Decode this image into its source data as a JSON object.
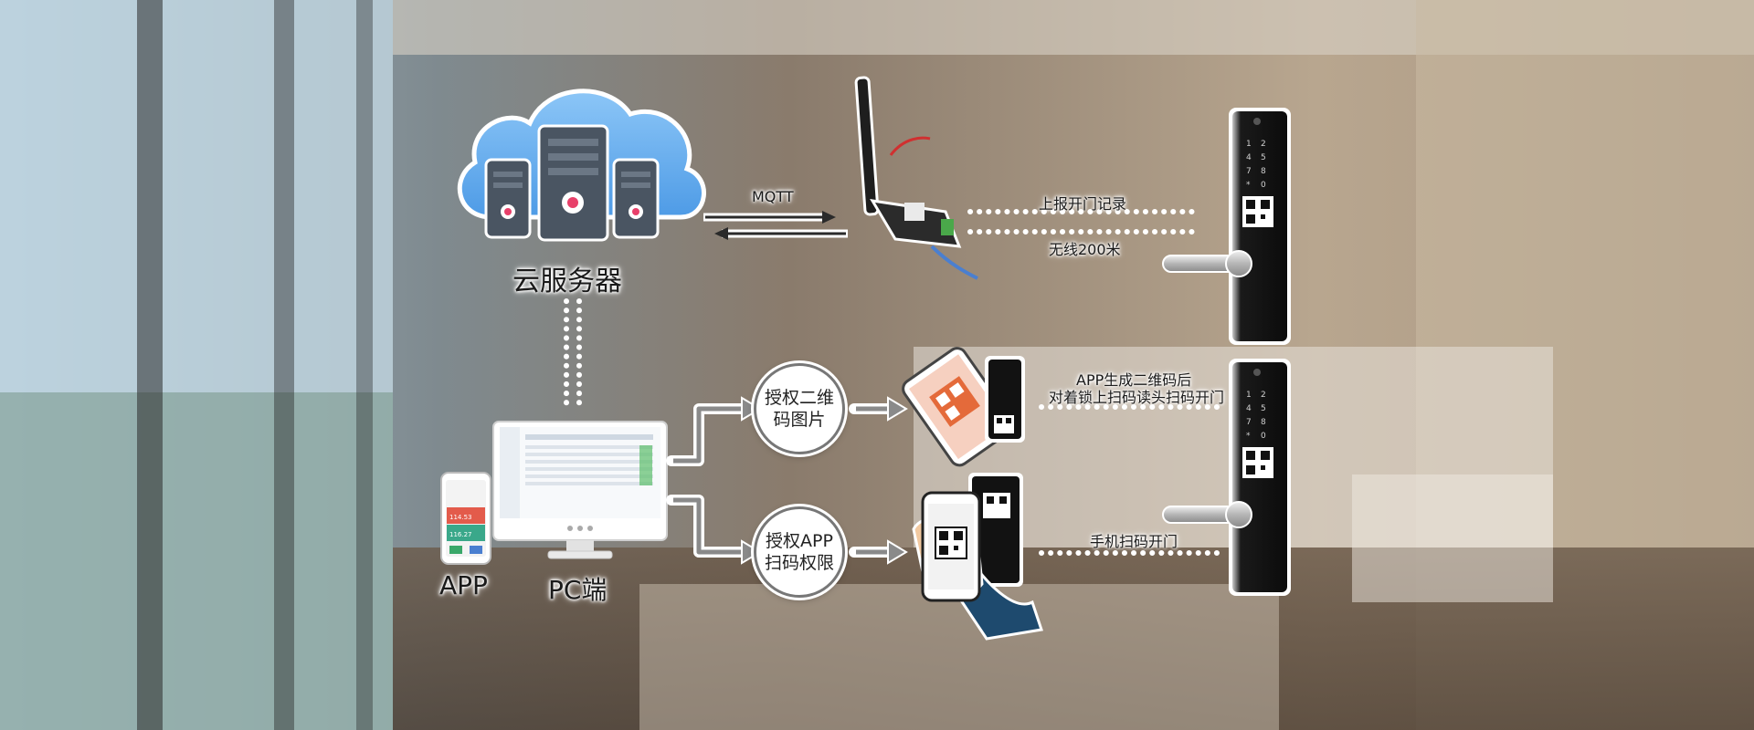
{
  "nodes": {
    "cloud_server": "云服务器",
    "app": "APP",
    "pc": "PC端",
    "auth_qr": "授权二维码图片",
    "auth_app": "授权APP扫码权限"
  },
  "edges": {
    "mqtt": "MQTT",
    "report": "上报开门记录",
    "wireless": "无线200米",
    "qr_line1": "APP生成二维码后",
    "qr_line2": "对着锁上扫码读头扫码开门",
    "phone_scan": "手机扫码开门"
  },
  "phone_widget": {
    "value1": "114.53",
    "value2": "116.27"
  },
  "colors": {
    "cloud": "#6fb2f0",
    "server": "#4a5562",
    "accent_pink": "#e8406a",
    "lock_body": "#111111",
    "arrow": "#8a8a8a"
  }
}
